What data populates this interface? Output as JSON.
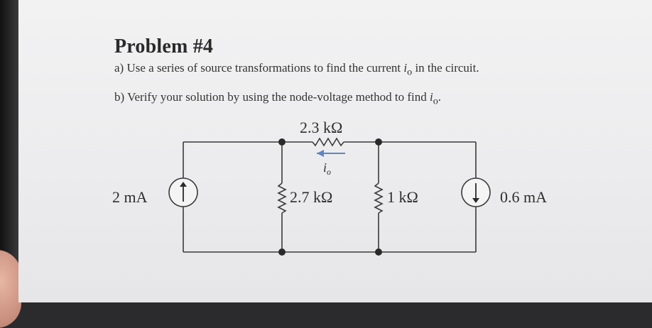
{
  "problem": {
    "title": "Problem #4",
    "part_a": {
      "before": "a) Use a series of source transformations to find the current ",
      "var": "i",
      "sub": "o",
      "after": " in the circuit."
    },
    "part_b": {
      "before": "b) Verify your solution by using the node-voltage method to find ",
      "var": "i",
      "sub": "o",
      "after": "."
    }
  },
  "circuit": {
    "r_top": "2.3 kΩ",
    "r_mid1": "2.7 kΩ",
    "r_mid2": "1 kΩ",
    "src_left": "2 mA",
    "src_right": "0.6 mA",
    "current_label": "i",
    "current_sub": "o"
  }
}
